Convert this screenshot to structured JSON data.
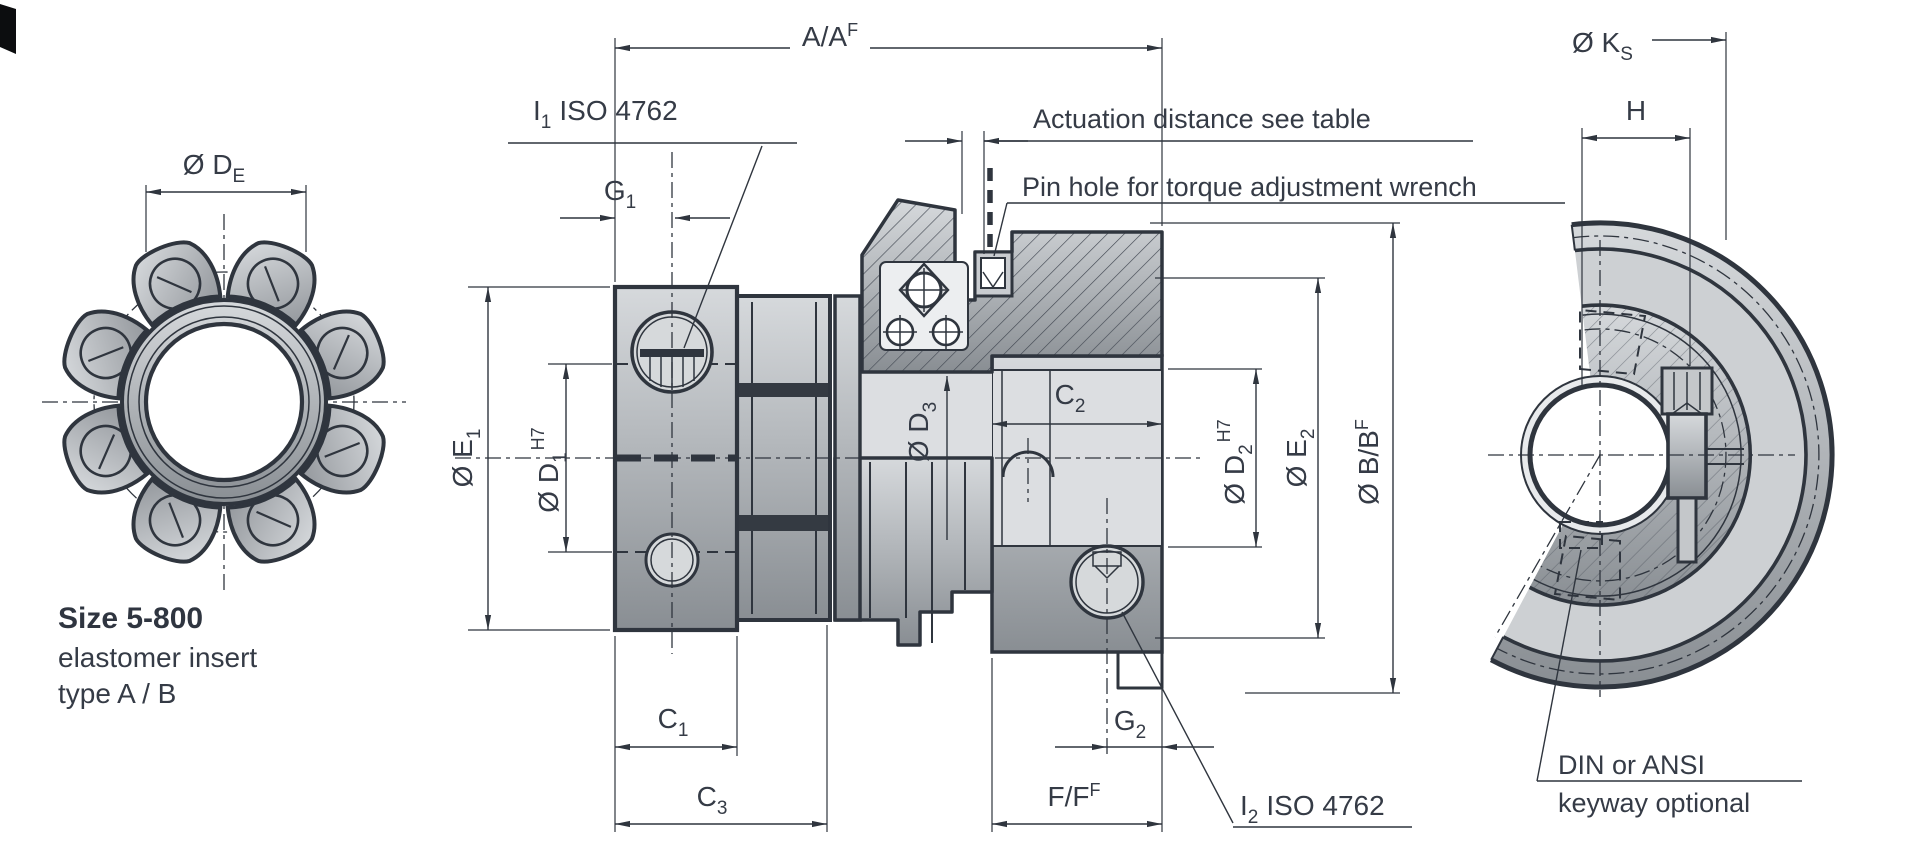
{
  "labels": {
    "de_base": "Ø D",
    "de_sub": "E",
    "a_base": "A/A",
    "a_sup": "F",
    "i1_base": "I",
    "i1_sub": "1",
    "i1_rest": "ISO 4762",
    "g1_base": "G",
    "g1_sub": "1",
    "actuation_note": "Actuation distance see table",
    "pin_note": "Pin hole for torque adjustment wrench",
    "ks_base": "Ø K",
    "ks_sub": "S",
    "h": "H",
    "e1_base": "Ø E",
    "e1_sub": "1",
    "d1_base": "Ø D",
    "d1_sub": "1",
    "d1_sup": "H7",
    "d3_base": "Ø D",
    "d3_sub": "3",
    "c2_base": "C",
    "c2_sub": "2",
    "d2_base": "Ø D",
    "d2_sub": "2",
    "d2_sup": "H7",
    "e2_base": "Ø E",
    "e2_sub": "2",
    "b_base": "Ø B/B",
    "b_sup": "F",
    "c1_base": "C",
    "c1_sub": "1",
    "c3_base": "C",
    "c3_sub": "3",
    "g2_base": "G",
    "g2_sub": "2",
    "f_base": "F/F",
    "f_sup": "F",
    "i2_base": "I",
    "i2_sub": "2",
    "i2_rest": "ISO 4762",
    "din_line1": "DIN or ANSI",
    "din_line2": "keyway optional",
    "size_title": "Size 5-800",
    "size_line2": "elastomer insert",
    "size_line3": "type A / B"
  },
  "colors": {
    "line": "#2f353e",
    "text": "#353b46",
    "metal_light": "#d4d7da",
    "metal_mid": "#b0b4b8",
    "metal_dark": "#8a8f94",
    "hatch": "#454b55",
    "background": "#ffffff"
  }
}
